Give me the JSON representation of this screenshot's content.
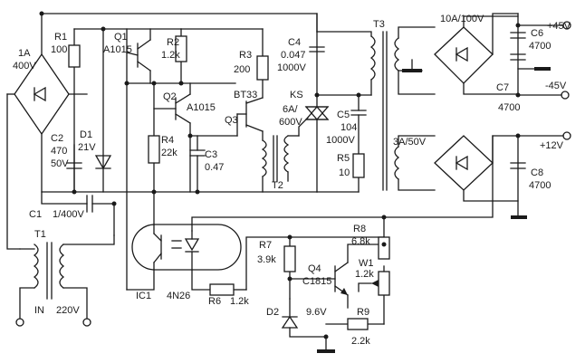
{
  "labels": {
    "bridge_main_rating": "1A",
    "bridge_main_voltage": "400V",
    "r1_name": "R1",
    "r1_value": "100",
    "q1_name": "Q1",
    "q1_type": "A1015",
    "r2_name": "R2",
    "r2_value": "1.2k",
    "r3_name": "R3",
    "r3_value": "200",
    "c4_name": "C4",
    "c4_value": "0.047",
    "c4_voltage": "1000V",
    "t3_name": "T3",
    "bridge_45_rating": "10A/100V",
    "c6_name": "C6",
    "c6_value": "4700",
    "out_pos45": "+45V",
    "out_neg45": "-45V",
    "c7_name": "C7",
    "c7_value": "4700",
    "q2_name": "Q2",
    "q2_type": "A1015",
    "bt33": "BT33",
    "ks_name": "KS",
    "ks_rating": "6A/",
    "ks_voltage": "600V",
    "q3_name": "Q3",
    "c5_name": "C5",
    "c5_value": "104",
    "c5_voltage": "1000V",
    "c2_name": "C2",
    "c2_value": "470",
    "c2_voltage": "50V",
    "d1_name": "D1",
    "d1_value": "21V",
    "r4_name": "R4",
    "r4_value": "22k",
    "c3_name": "C3",
    "c3_value": "0.47",
    "r5_name": "R5",
    "r5_value": "10",
    "t2_name": "T2",
    "bridge_12_rating": "3A/50V",
    "out_pos12": "+12V",
    "c8_name": "C8",
    "c8_value": "4700",
    "c1_name": "C1",
    "c1_value": "1/400V",
    "t1_name": "T1",
    "r8_name": "R8",
    "r8_value": "6.8k",
    "r7_name": "R7",
    "r7_value": "3.9k",
    "q4_name": "Q4",
    "q4_type": "C1815",
    "w1_name": "W1",
    "w1_value": "1.2k",
    "ic1_name": "IC1",
    "ic1_type": "4N26",
    "r6_name": "R6",
    "r6_value": "1.2k",
    "in_label": "IN",
    "in_voltage": "220V",
    "d2_name": "D2",
    "d2_value": "9.6V",
    "r9_name": "R9",
    "r9_value": "2.2k"
  }
}
